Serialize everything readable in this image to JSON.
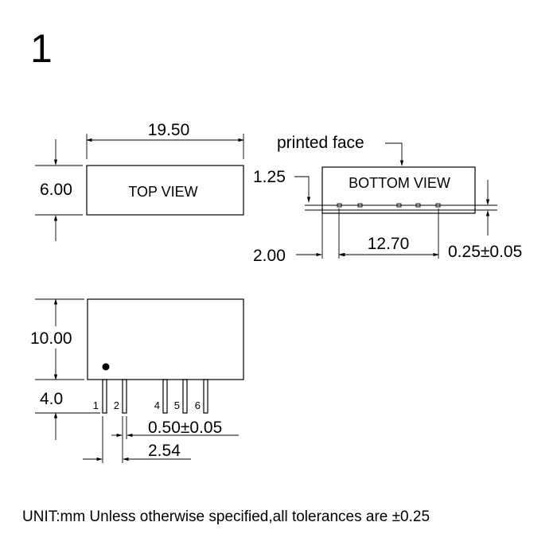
{
  "figure_number": "1",
  "top_view": {
    "label": "TOP VIEW",
    "width_dim": "19.50",
    "height_dim": "6.00"
  },
  "bottom_view": {
    "label": "BOTTOM VIEW",
    "printed_face_label": "printed face",
    "edge_dim": "1.25",
    "offset_dim": "2.00",
    "span_dim": "12.70",
    "pin_size_dim": "0.25±0.05"
  },
  "side_view": {
    "height_dim": "10.00",
    "pin_length_dim": "4.0",
    "pin_width_dim": "0.50±0.05",
    "pitch_dim": "2.54",
    "pin_labels": [
      "1",
      "2",
      "4",
      "5",
      "6"
    ]
  },
  "footer": "UNIT:mm Unless otherwise specified,all tolerances are ±0.25"
}
